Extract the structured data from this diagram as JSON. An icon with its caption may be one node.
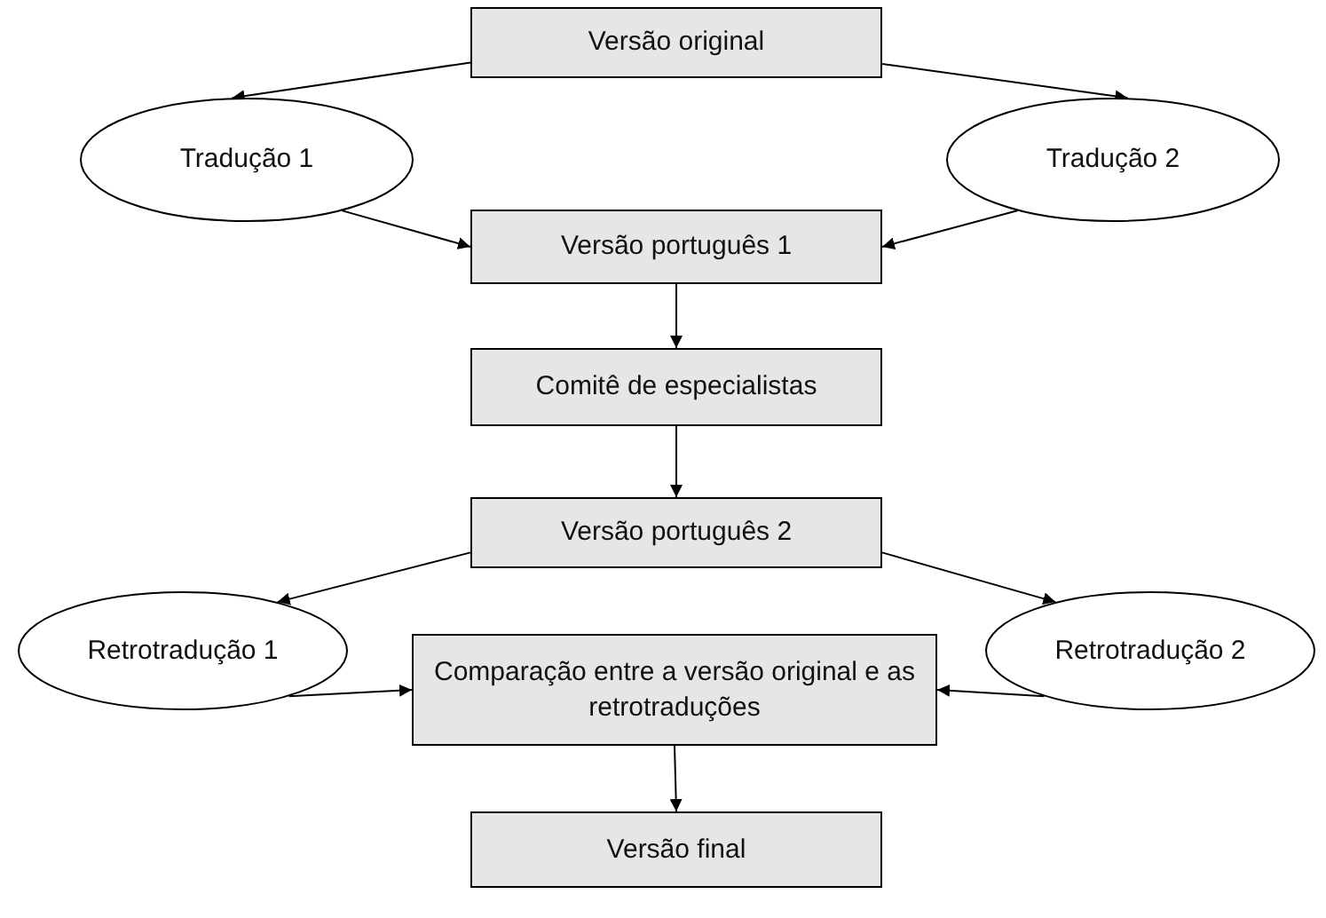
{
  "diagram": {
    "nodes": [
      {
        "text": [
          "Versão original"
        ]
      },
      {
        "text": [
          "Tradução 1"
        ]
      },
      {
        "text": [
          "Tradução 2"
        ]
      },
      {
        "text": [
          "Versão português 1"
        ]
      },
      {
        "text": [
          "Comitê de especialistas"
        ]
      },
      {
        "text": [
          "Versão português 2"
        ]
      },
      {
        "text": [
          "Retrotradução 1"
        ]
      },
      {
        "text": [
          "Retrotradução 2"
        ]
      },
      {
        "text": [
          "Comparação entre a versão original e as retrotraduções"
        ]
      },
      {
        "text": [
          "Versão final"
        ]
      }
    ],
    "edges": [
      {
        "from": 0,
        "to": 1,
        "arrow": "to"
      },
      {
        "from": 0,
        "to": 2,
        "arrow": "to"
      },
      {
        "from": 1,
        "to": 3,
        "arrow": "to"
      },
      {
        "from": 2,
        "to": 3,
        "arrow": "to"
      },
      {
        "from": 3,
        "to": 4,
        "arrow": "to"
      },
      {
        "from": 4,
        "to": 5,
        "arrow": "to"
      },
      {
        "from": 5,
        "to": 6,
        "arrow": "to"
      },
      {
        "from": 5,
        "to": 7,
        "arrow": "to"
      },
      {
        "from": 6,
        "to": 8,
        "arrow": "to"
      },
      {
        "from": 7,
        "to": 8,
        "arrow": "to"
      },
      {
        "from": 8,
        "to": 9,
        "arrow": "to"
      }
    ]
  }
}
